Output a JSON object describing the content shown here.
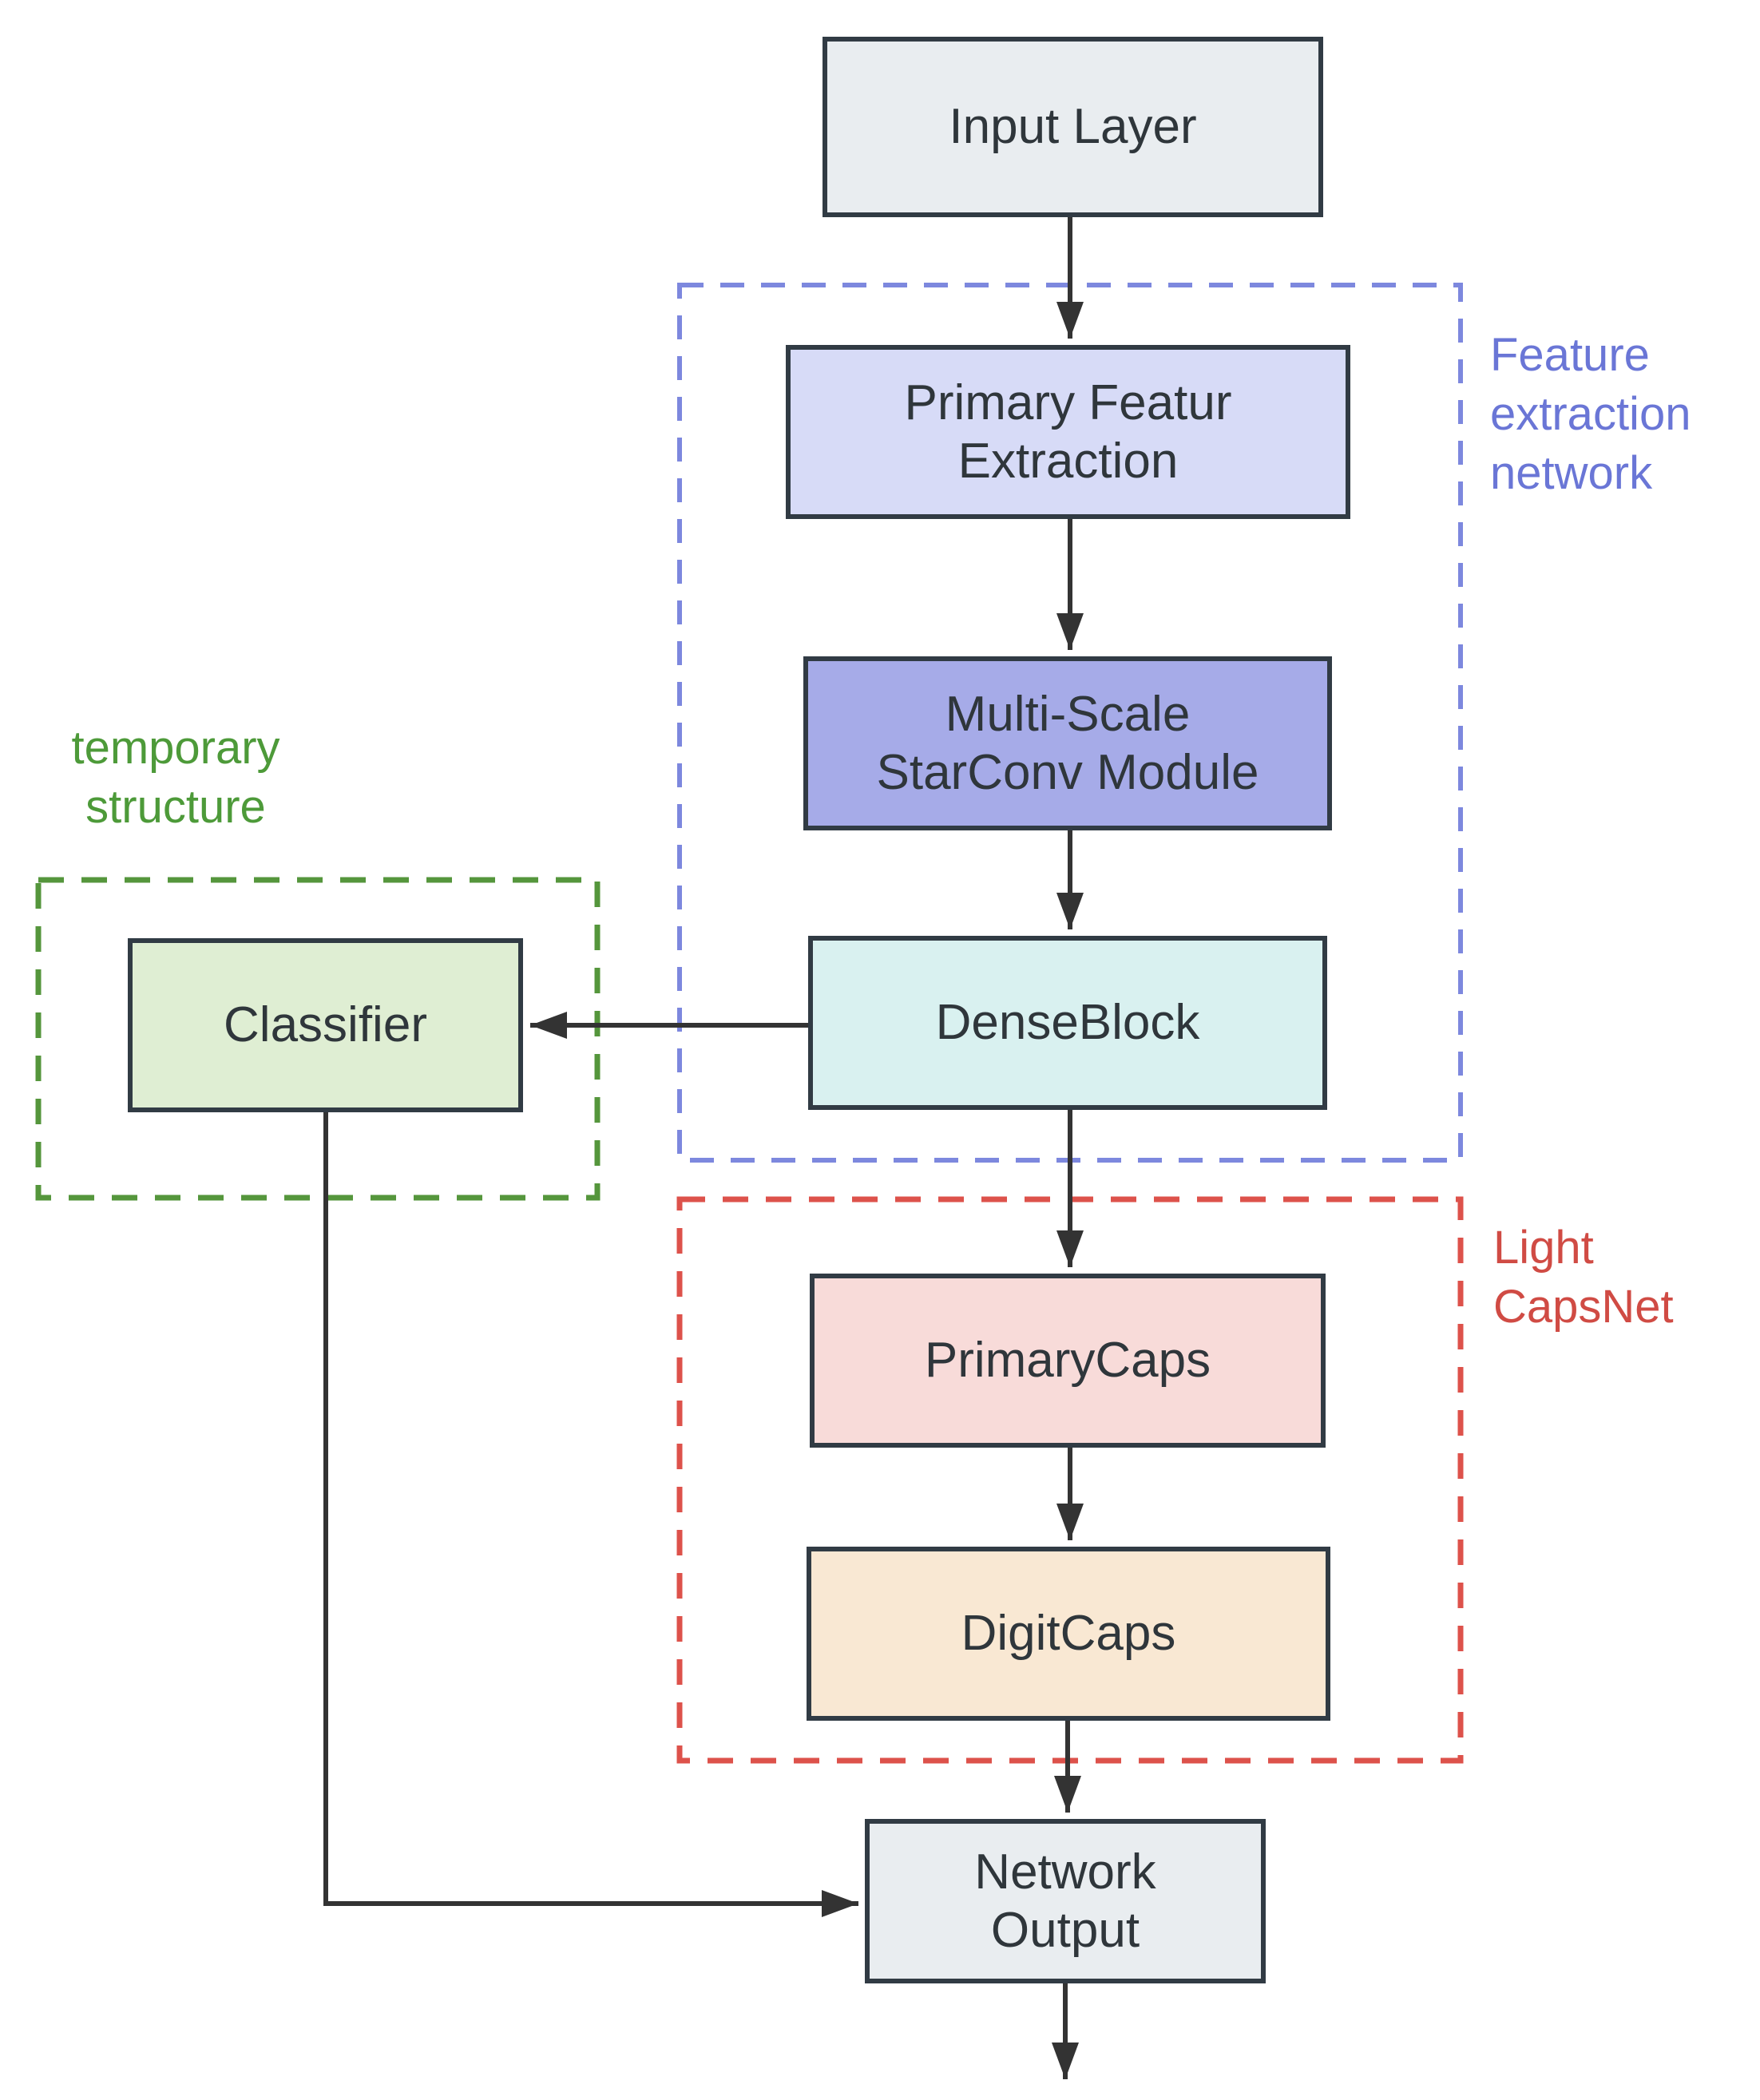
{
  "diagram": {
    "nodes": {
      "input_layer": {
        "label": "Input Layer"
      },
      "primary_feature_extraction": {
        "label": "Primary Featur\nExtraction"
      },
      "multiscale_starconv": {
        "label": "Multi-Scale\nStarConv Module"
      },
      "denseblock": {
        "label": "DenseBlock"
      },
      "classifier": {
        "label": "Classifier"
      },
      "primarycaps": {
        "label": "PrimaryCaps"
      },
      "digitcaps": {
        "label": "DigitCaps"
      },
      "network_output": {
        "label": "Network\nOutput"
      }
    },
    "groups": {
      "feature_extraction_network": {
        "label": "Feature\nextraction\nnetwork",
        "text_color": "#6a76d6",
        "border_color": "#7d88de"
      },
      "light_capsnet": {
        "label": "Light\nCapsNet",
        "text_color": "#d04b44",
        "border_color": "#dd524b"
      },
      "temporary_structure": {
        "label": "temporary\nstructure",
        "text_color": "#4d9a39",
        "border_color": "#55963c"
      }
    },
    "colors": {
      "box_border": "#313b44",
      "box_text": "#2f363b",
      "arrow": "#333333",
      "input_layer_fill": "#e9edf0",
      "primary_feature_fill": "#d7dbf7",
      "starconv_fill": "#a6abe8",
      "denseblock_fill": "#d9f1f0",
      "classifier_fill": "#dfeed3",
      "primarycaps_fill": "#f8dbd9",
      "digitcaps_fill": "#f9e8d3",
      "network_output_fill": "#e9edf0",
      "background": "#ffffff"
    }
  }
}
